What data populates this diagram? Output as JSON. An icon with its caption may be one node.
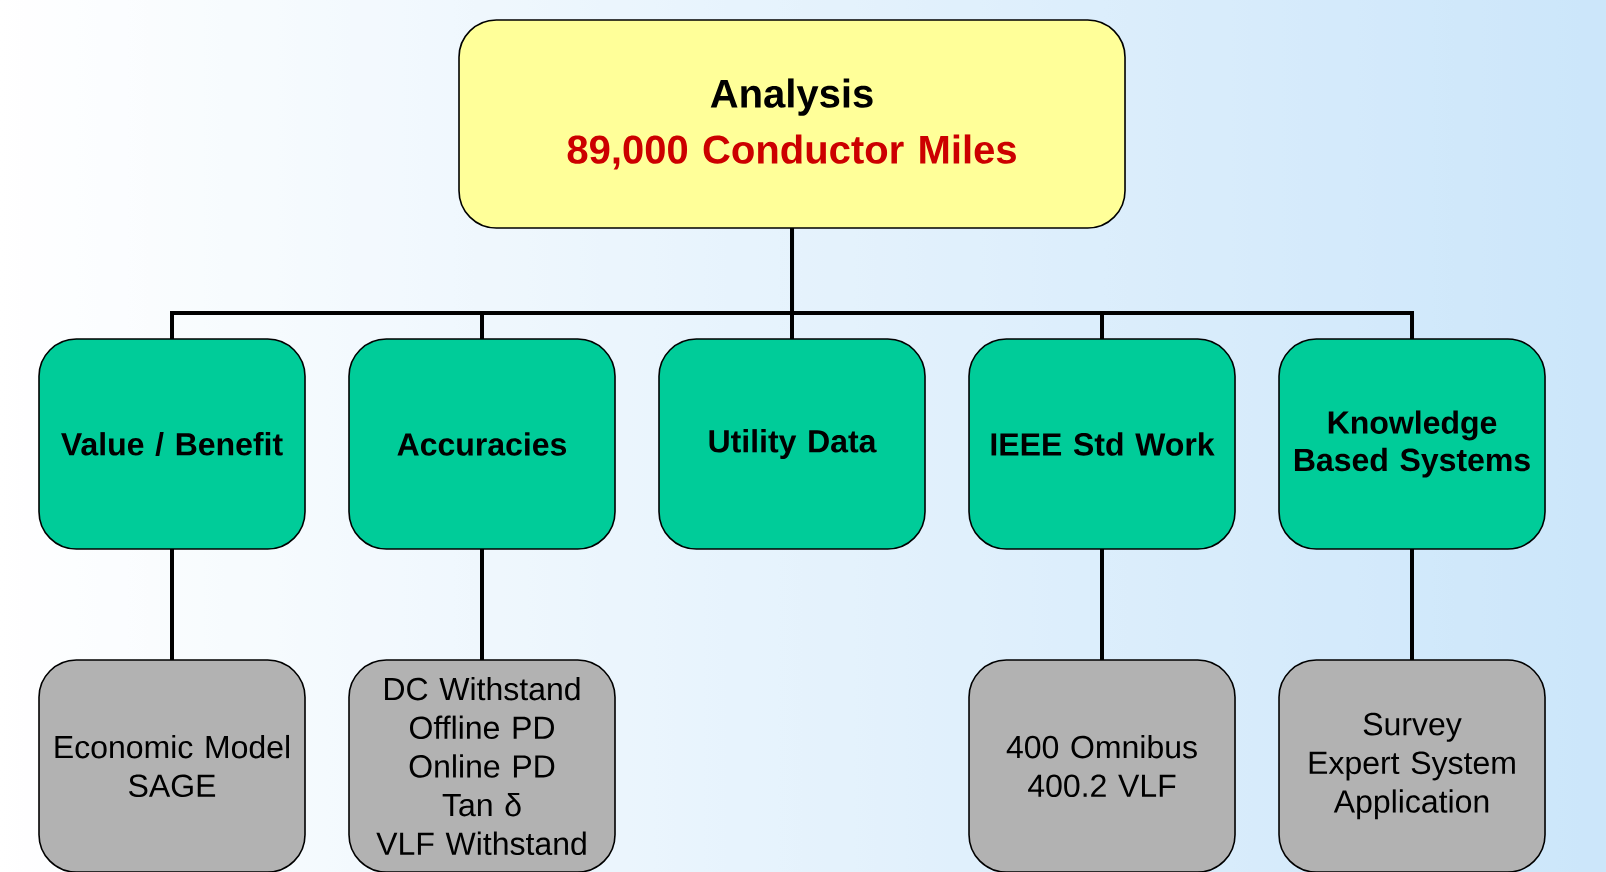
{
  "diagram": {
    "nodes": [
      {
        "text": [
          "Analysis",
          "89,000 Conductor Miles"
        ]
      },
      {
        "text": [
          "Value / Benefit"
        ]
      },
      {
        "text": [
          "Accuracies"
        ]
      },
      {
        "text": [
          "Utility Data"
        ]
      },
      {
        "text": [
          "IEEE Std Work"
        ]
      },
      {
        "text": [
          "Knowledge Based Systems"
        ]
      },
      {
        "text": [
          "Economic Model",
          "SAGE"
        ]
      },
      {
        "text": [
          "DC Withstand",
          "Offline PD",
          "Online PD",
          "Tan δ",
          "VLF Withstand"
        ]
      },
      {
        "text": [
          "400 Omnibus",
          "400.2 VLF"
        ]
      },
      {
        "text": [
          "Survey",
          "Expert System Application"
        ]
      }
    ],
    "edges": [
      {
        "from": 0,
        "to": 1,
        "arrow": "none"
      },
      {
        "from": 0,
        "to": 2,
        "arrow": "none"
      },
      {
        "from": 0,
        "to": 3,
        "arrow": "none"
      },
      {
        "from": 0,
        "to": 4,
        "arrow": "none"
      },
      {
        "from": 0,
        "to": 5,
        "arrow": "none"
      },
      {
        "from": 1,
        "to": 6,
        "arrow": "none"
      },
      {
        "from": 2,
        "to": 7,
        "arrow": "none"
      },
      {
        "from": 4,
        "to": 8,
        "arrow": "none"
      },
      {
        "from": 5,
        "to": 9,
        "arrow": "none"
      }
    ]
  }
}
